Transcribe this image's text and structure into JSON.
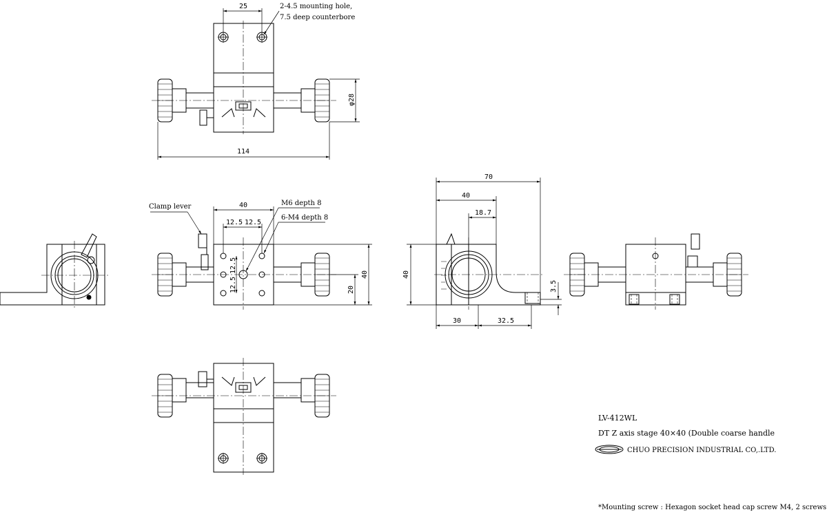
{
  "annotations": {
    "mounting_hole_line1": "2-4.5 mounting hole,",
    "mounting_hole_line2": "7.5 deep counterbore",
    "clamp_lever": "Clamp lever",
    "m6": "M6 depth 8",
    "m4": "6-M4 depth 8"
  },
  "dimensions": {
    "top_25": "25",
    "top_phi28": "φ28",
    "top_114": "114",
    "front_40": "40",
    "front_12_5_a": "12.5",
    "front_12_5_b": "12.5",
    "front_12_5_v1": "12.5",
    "front_12_5_v2": "12.5",
    "front_20": "20",
    "front_40_right": "40",
    "side_70": "70",
    "side_40": "40",
    "side_18_7": "18.7",
    "side_40_left": "40",
    "side_3_5": "3.5",
    "side_30": "30",
    "side_32_5": "32.5"
  },
  "title_block": {
    "model": "LV-412WL",
    "description": "DT Z axis stage 40×40  (Double coarse handle",
    "company": "CHUO PRECISION INDUSTRIAL CO,.LTD.",
    "note": "*Mounting screw : Hexagon socket head cap screw M4, 2 screws"
  },
  "colors": {
    "line": "#000000",
    "background": "#ffffff"
  }
}
